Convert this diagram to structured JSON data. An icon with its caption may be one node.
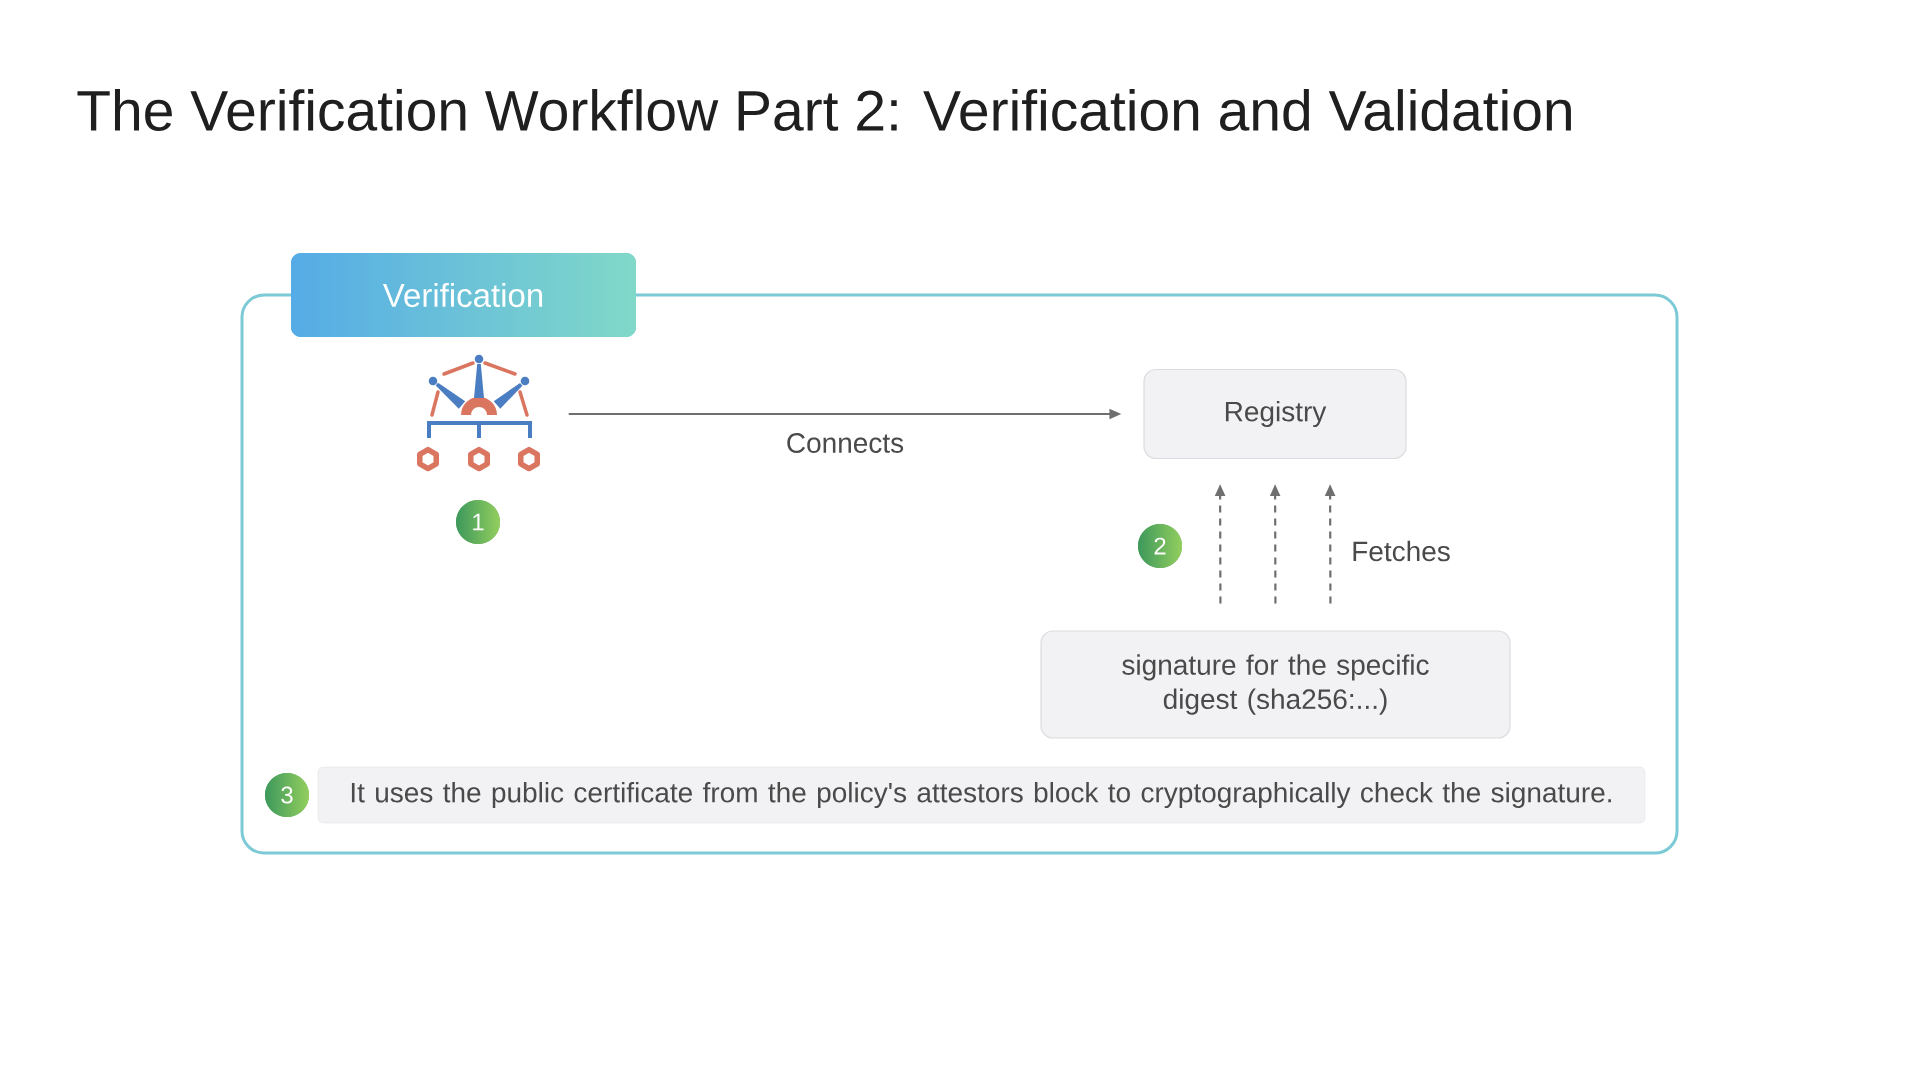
{
  "diagram": {
    "title": "The Verification Workflow Part 2: Verification and Validation",
    "nodes": [
      {
        "text": [
          "Verification"
        ]
      },
      {
        "text": [],
        "shape": "picture",
        "in": 0
      },
      {
        "text": [
          "1"
        ],
        "in": 0
      },
      {
        "text": [
          "Registry"
        ],
        "in": 0
      },
      {
        "text": [
          "2"
        ],
        "in": 0
      },
      {
        "text": [
          "signature for the specific digest (sha256:...)"
        ],
        "in": 0
      },
      {
        "text": [
          "3"
        ],
        "in": 0
      },
      {
        "text": [
          "It uses the public certificate from the policy's attestors block to cryptographically check the signature."
        ],
        "in": 0
      }
    ],
    "edges": [
      {
        "from": 1,
        "to": 3,
        "arrow": "to",
        "label": "Connects"
      },
      {
        "from": 5,
        "to": 3,
        "arrow": "to",
        "style": "dashed"
      },
      {
        "from": 5,
        "to": 3,
        "arrow": "to",
        "style": "dashed"
      },
      {
        "from": 5,
        "to": 3,
        "arrow": "to",
        "style": "dashed",
        "label": "Fetches"
      }
    ]
  }
}
